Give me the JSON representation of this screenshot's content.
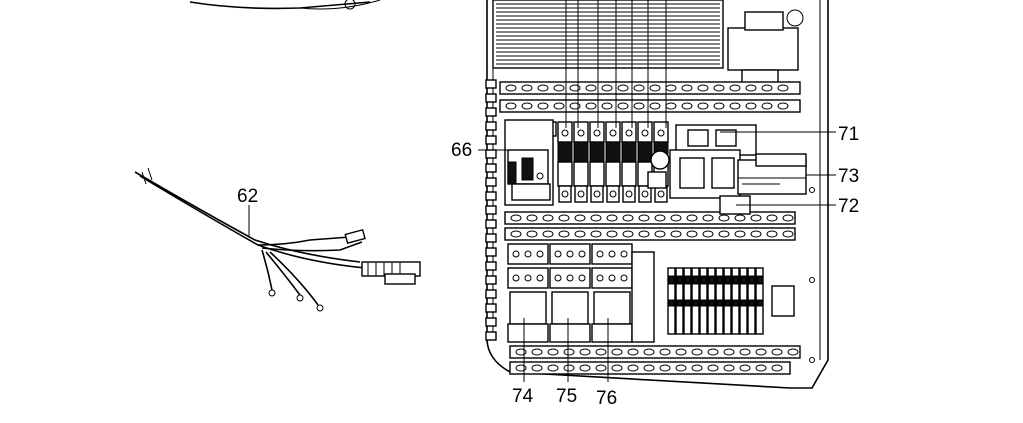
{
  "labels": {
    "l62": "62",
    "l66": "66",
    "l71": "71",
    "l72": "72",
    "l73": "73",
    "l74": "74",
    "l75": "75",
    "l76": "76"
  }
}
